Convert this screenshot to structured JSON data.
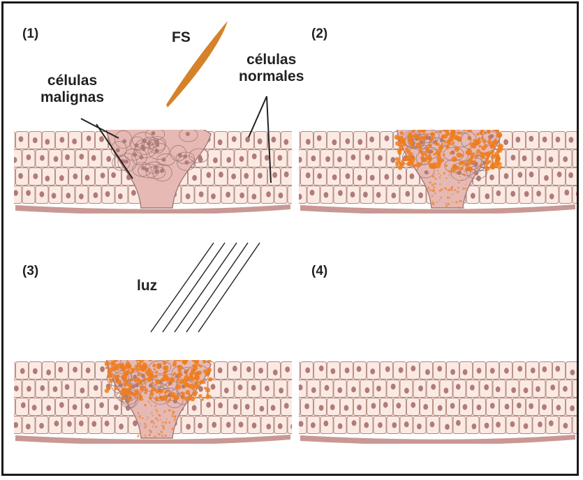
{
  "panels": [
    {
      "number": "(1)",
      "state": "untreated"
    },
    {
      "number": "(2)",
      "state": "photosensitizer-absorbed"
    },
    {
      "number": "(3)",
      "state": "illuminated"
    },
    {
      "number": "(4)",
      "state": "healed"
    }
  ],
  "labels": {
    "photosensitizer": "FS",
    "malignant_cells_line1": "células",
    "malignant_cells_line2": "malignas",
    "normal_cells_line1": "células",
    "normal_cells_line2": "normales",
    "light": "luz"
  },
  "colors": {
    "frame": "#1a1a1a",
    "normal_cell_fill": "#fbeae3",
    "normal_cell_stroke": "#b08a80",
    "nucleus": "#b07b78",
    "basement_membrane": "#c99894",
    "tumor_fill": "#e6b9b4",
    "tumor_stroke": "#a17a77",
    "photosensitizer": "#f07d1c",
    "needle": "#d6822a",
    "text": "#231f20"
  }
}
